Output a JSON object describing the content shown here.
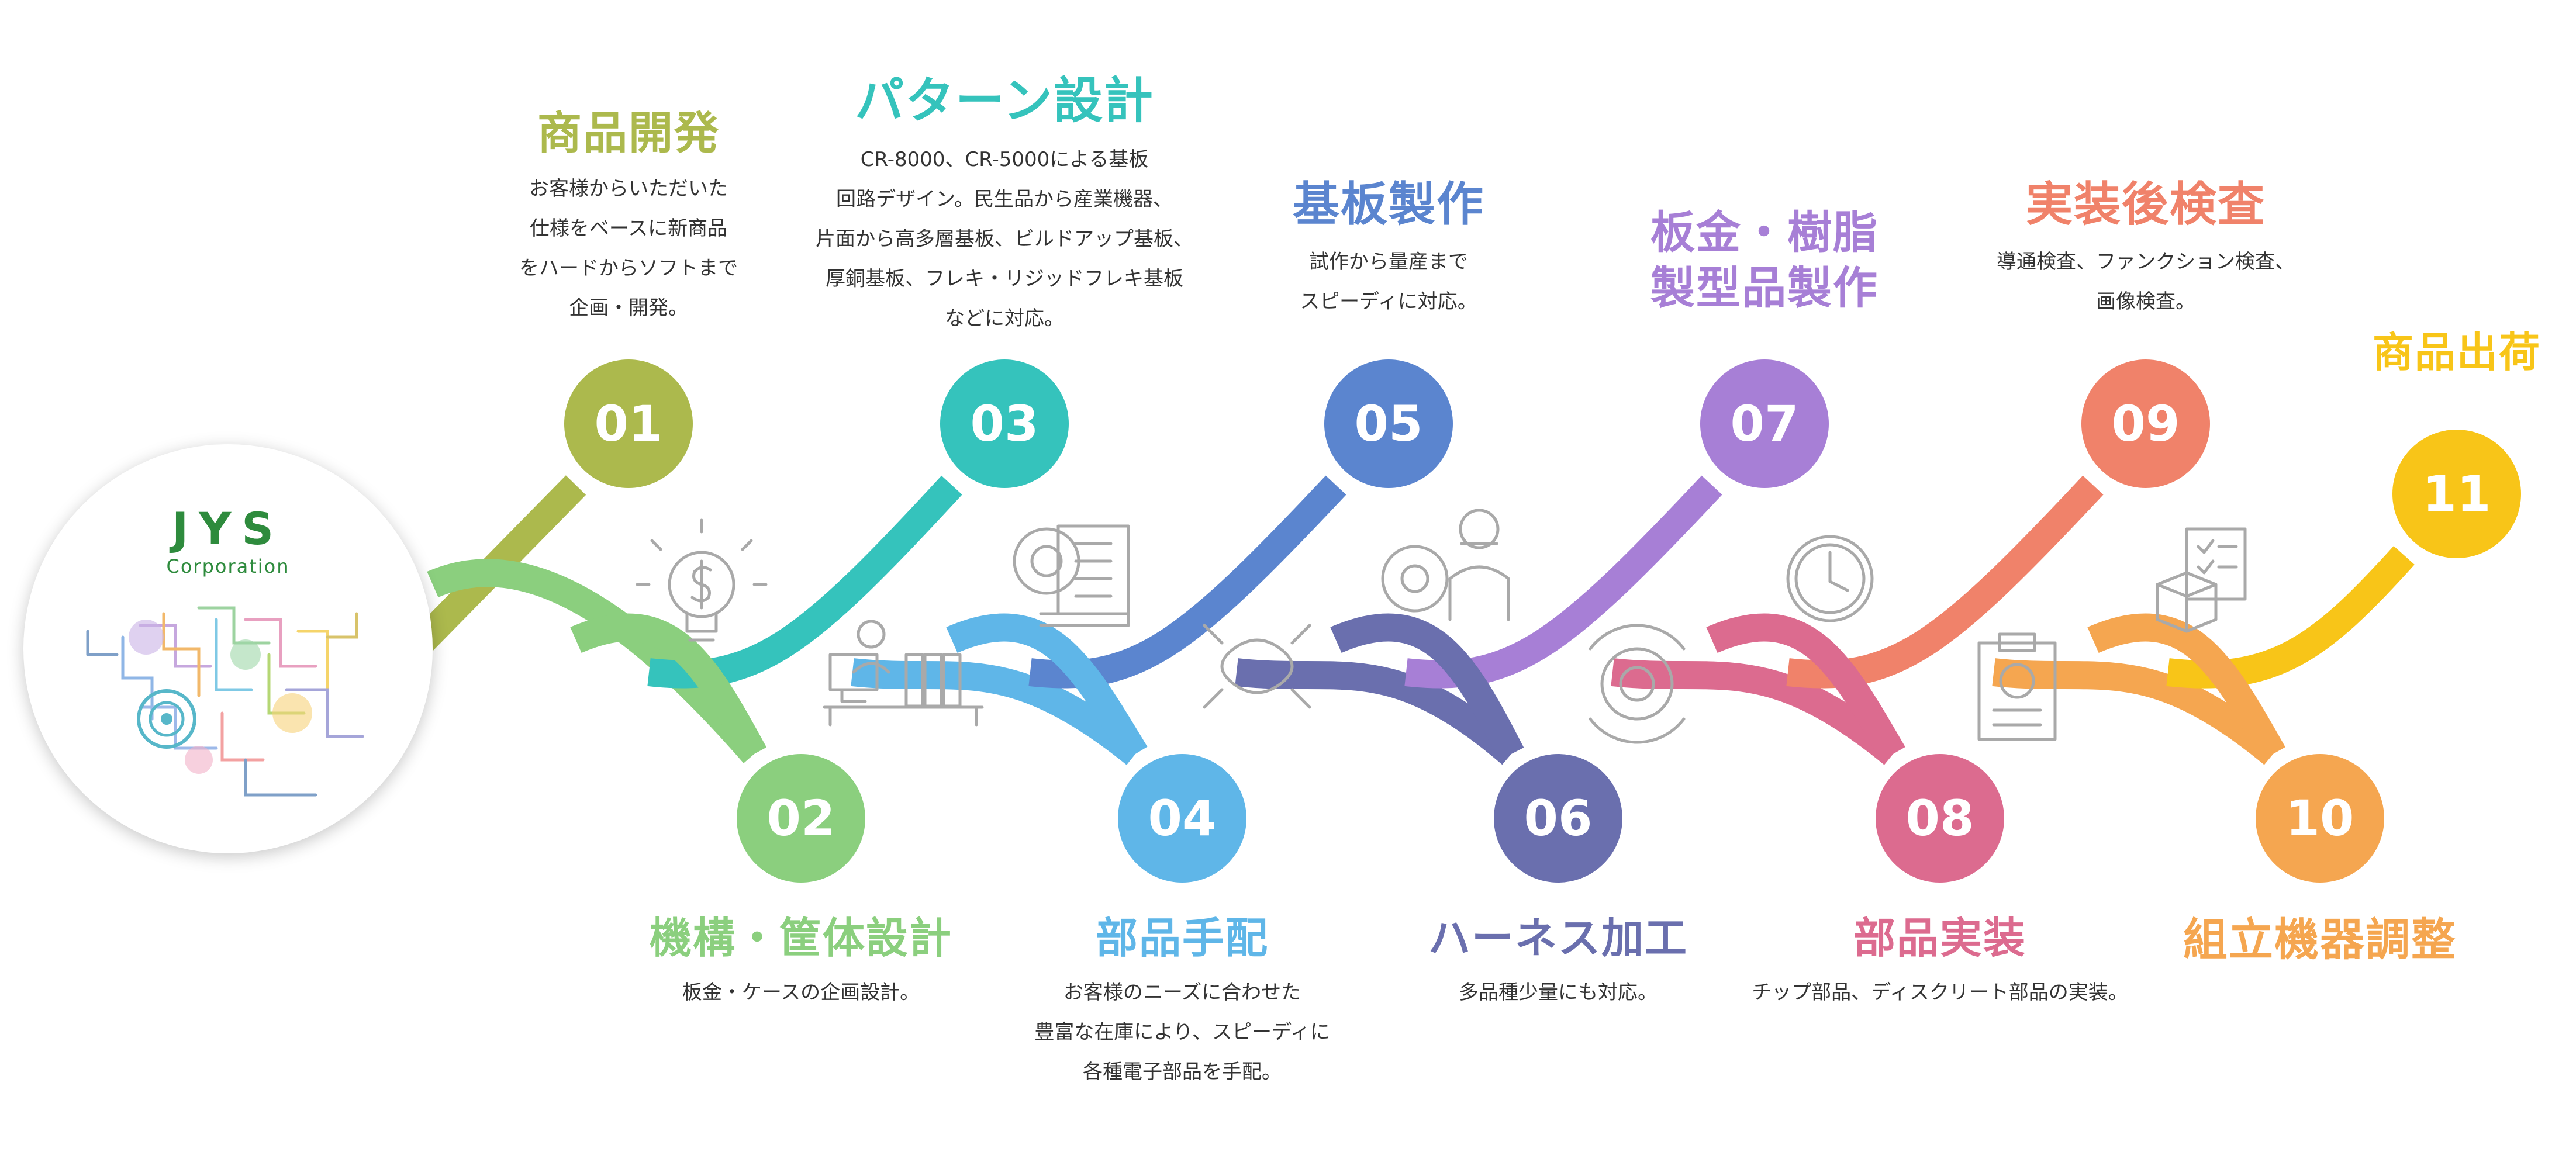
{
  "logo": {
    "mark": "JYS",
    "sub": "Corporation"
  },
  "steps": [
    {
      "num": "01",
      "color": "#acb94d",
      "title_lines": [
        "商品開発"
      ],
      "desc_lines": [
        "お客様からいただいた",
        "仕様をベースに新商品",
        "をハードからソフトまで",
        "企画・開発。"
      ]
    },
    {
      "num": "02",
      "color": "#8bcf7e",
      "title_lines": [
        "機構・筐体設計"
      ],
      "desc_lines": [
        "板金・ケースの企画設計。"
      ]
    },
    {
      "num": "03",
      "color": "#35c3bc",
      "title_lines": [
        "パターン設計"
      ],
      "desc_lines": [
        "CR-8000、CR-5000による基板",
        "回路デザイン。民生品から産業機器、",
        "片面から高多層基板、ビルドアップ基板、",
        "厚銅基板、フレキ・リジッドフレキ基板",
        "などに対応。"
      ]
    },
    {
      "num": "04",
      "color": "#5fb6e8",
      "title_lines": [
        "部品手配"
      ],
      "desc_lines": [
        "お客様のニーズに合わせた",
        "豊富な在庫により、スピーディに",
        "各種電子部品を手配。"
      ]
    },
    {
      "num": "05",
      "color": "#5b85cf",
      "title_lines": [
        "基板製作"
      ],
      "desc_lines": [
        "試作から量産まで",
        "スピーディに対応。"
      ]
    },
    {
      "num": "06",
      "color": "#6a6fae",
      "title_lines": [
        "ハーネス加工"
      ],
      "desc_lines": [
        "多品種少量にも対応。"
      ]
    },
    {
      "num": "07",
      "color": "#a77fd6",
      "title_lines": [
        "板金・樹脂",
        "製型品製作"
      ],
      "desc_lines": []
    },
    {
      "num": "08",
      "color": "#dc6b8f",
      "title_lines": [
        "部品実装"
      ],
      "desc_lines": [
        "チップ部品、ディスクリート部品の実装。"
      ]
    },
    {
      "num": "09",
      "color": "#f0826a",
      "title_lines": [
        "実装後検査"
      ],
      "desc_lines": [
        "導通検査、ファンクション検査、",
        "画像検査。"
      ]
    },
    {
      "num": "10",
      "color": "#f5a650",
      "title_lines": [
        "組立機器調整"
      ],
      "desc_lines": []
    },
    {
      "num": "11",
      "color": "#f8c518",
      "title_lines": [
        "商品出荷"
      ],
      "desc_lines": []
    }
  ],
  "icons": [
    "idea-dollar-icon",
    "engineer-desk-icon",
    "gear-document-icon",
    "teamwork-hands-icon",
    "gear-worker-icon",
    "gear-cycle-icon",
    "clock-icon",
    "clipboard-icon",
    "box-checklist-icon"
  ]
}
